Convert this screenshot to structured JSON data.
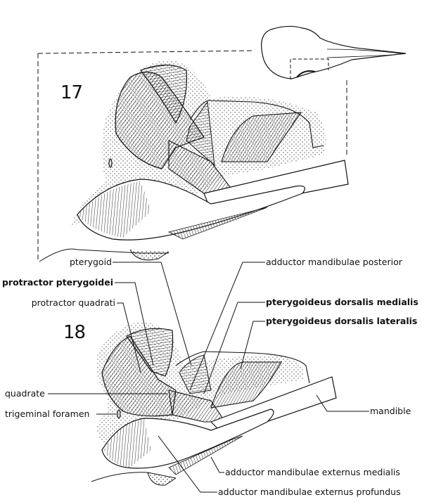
{
  "figures": [
    {
      "number": "17"
    },
    {
      "number": "18"
    }
  ],
  "labels": {
    "pterygoid": "pterygoid",
    "protractor_pterygoidei": "protractor pterygoidei",
    "protractor_quadrati": "protractor quadrati",
    "quadrate": "quadrate",
    "trigeminal_foramen": "trigeminal foramen",
    "adductor_mandibulae_posterior": "adductor mandibulae posterior",
    "pterygoideus_dorsalis_medialis": "pterygoideus dorsalis medialis",
    "pterygoideus_dorsalis_lateralis": "pterygoideus dorsalis lateralis",
    "mandible": "mandible",
    "adductor_mandibulae_externus_medialis": "adductor mandibulae externus medialis",
    "adductor_mandibulae_externus_profundus": "adductor mandibulae externus profundus"
  },
  "colors": {
    "ink": "#111111",
    "paper": "#ffffff"
  }
}
